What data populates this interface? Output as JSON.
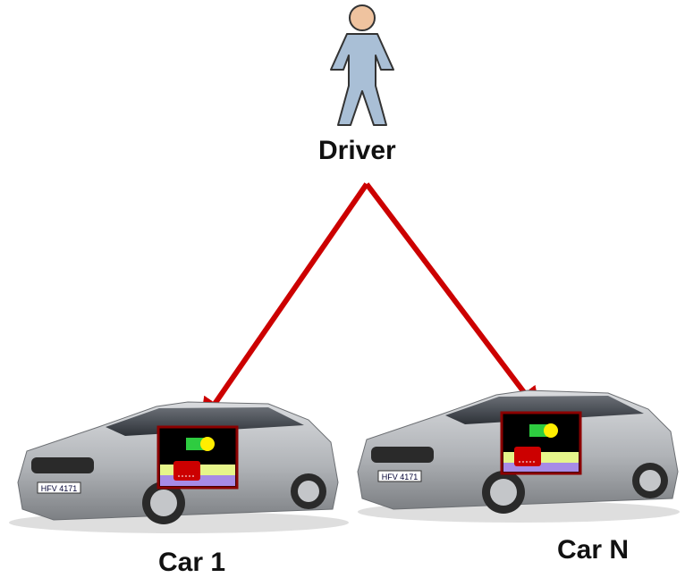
{
  "labels": {
    "driver": "Driver",
    "car_1": "Car 1",
    "car_n": "Car N"
  },
  "icons": {
    "driver": "person-icon",
    "car": "sedan-car-image",
    "device": "in-car-display-module-icon"
  },
  "colors": {
    "arrow": "#cc0000",
    "person_body": "#a9bfd6",
    "person_head": "#efc39f",
    "car_body": "#b9bcc0",
    "device_frame": "#8b0000",
    "device_screen": "#000000",
    "device_green": "#2ecc40",
    "device_yellow": "#ffee00",
    "device_lime": "#e6f58a",
    "device_lavender": "#a78be6",
    "device_red": "#cc0000"
  }
}
